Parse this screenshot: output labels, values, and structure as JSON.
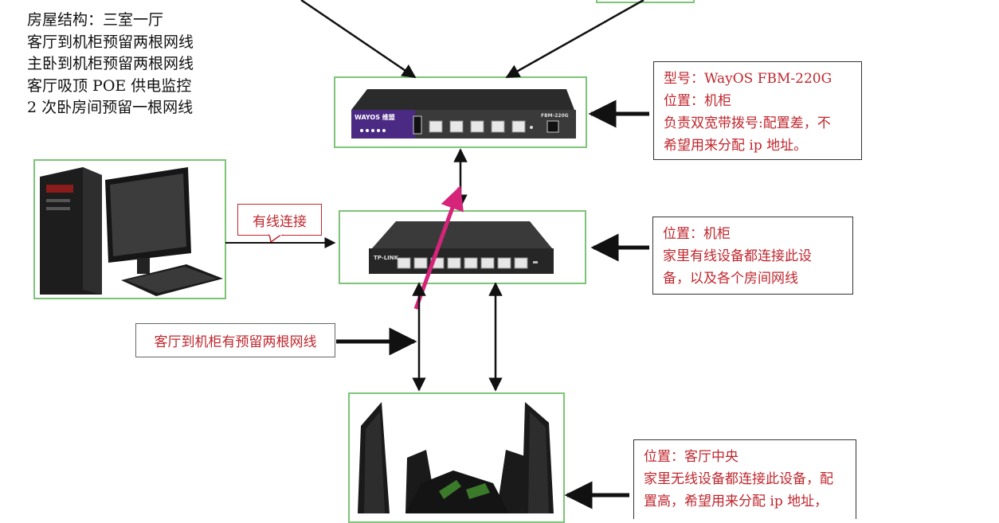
{
  "intro": {
    "lines": [
      "房屋结构：三室一厅",
      "客厅到机柜预留两根网线",
      "主卧到机柜预留两根网线",
      "客厅吸顶 POE 供电监控",
      "2 次卧房间预留一根网线"
    ]
  },
  "router_device": {
    "brand": "WAYOS 维盟",
    "model_text": "FBM-220G"
  },
  "switch_device": {
    "brand": "TP-LINK"
  },
  "router_note": {
    "lines": [
      "型号：WayOS FBM-220G",
      "位置：机柜",
      "负责双宽带拨号:配置差，不",
      "希望用来分配 ip 地址。"
    ]
  },
  "switch_note": {
    "lines": [
      "位置：机柜",
      "家里有线设备都连接此设",
      "备，以及各个房间网线"
    ]
  },
  "wireless_note": {
    "lines": [
      "位置：客厅中央",
      "家里无线设备都连接此设备，配",
      "置高，希望用来分配 ip 地址，"
    ]
  },
  "wired_label": "有线连接",
  "living_label": "客厅到机柜有预留两根网线",
  "colors": {
    "box_border": "#7cc576",
    "note_text": "#c0262d",
    "magenta_arrow": "#d6247a",
    "router_purple": "#4a2a83"
  }
}
